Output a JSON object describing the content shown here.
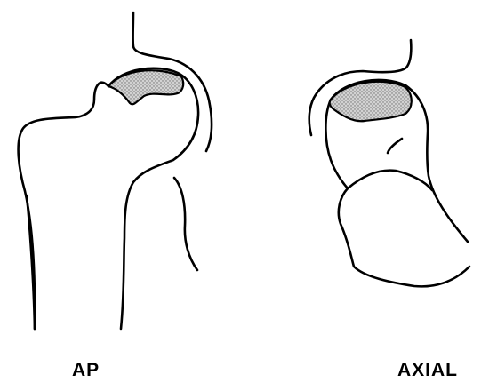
{
  "diagram": {
    "views": [
      {
        "id": "ap",
        "label": "AP"
      },
      {
        "id": "axial",
        "label": "AXIAL"
      }
    ],
    "colors": {
      "outline": "#000000",
      "lesion_fill": "#c9c9c9",
      "lesion_stipple": "#6f6f6f",
      "background": "#ffffff"
    }
  }
}
